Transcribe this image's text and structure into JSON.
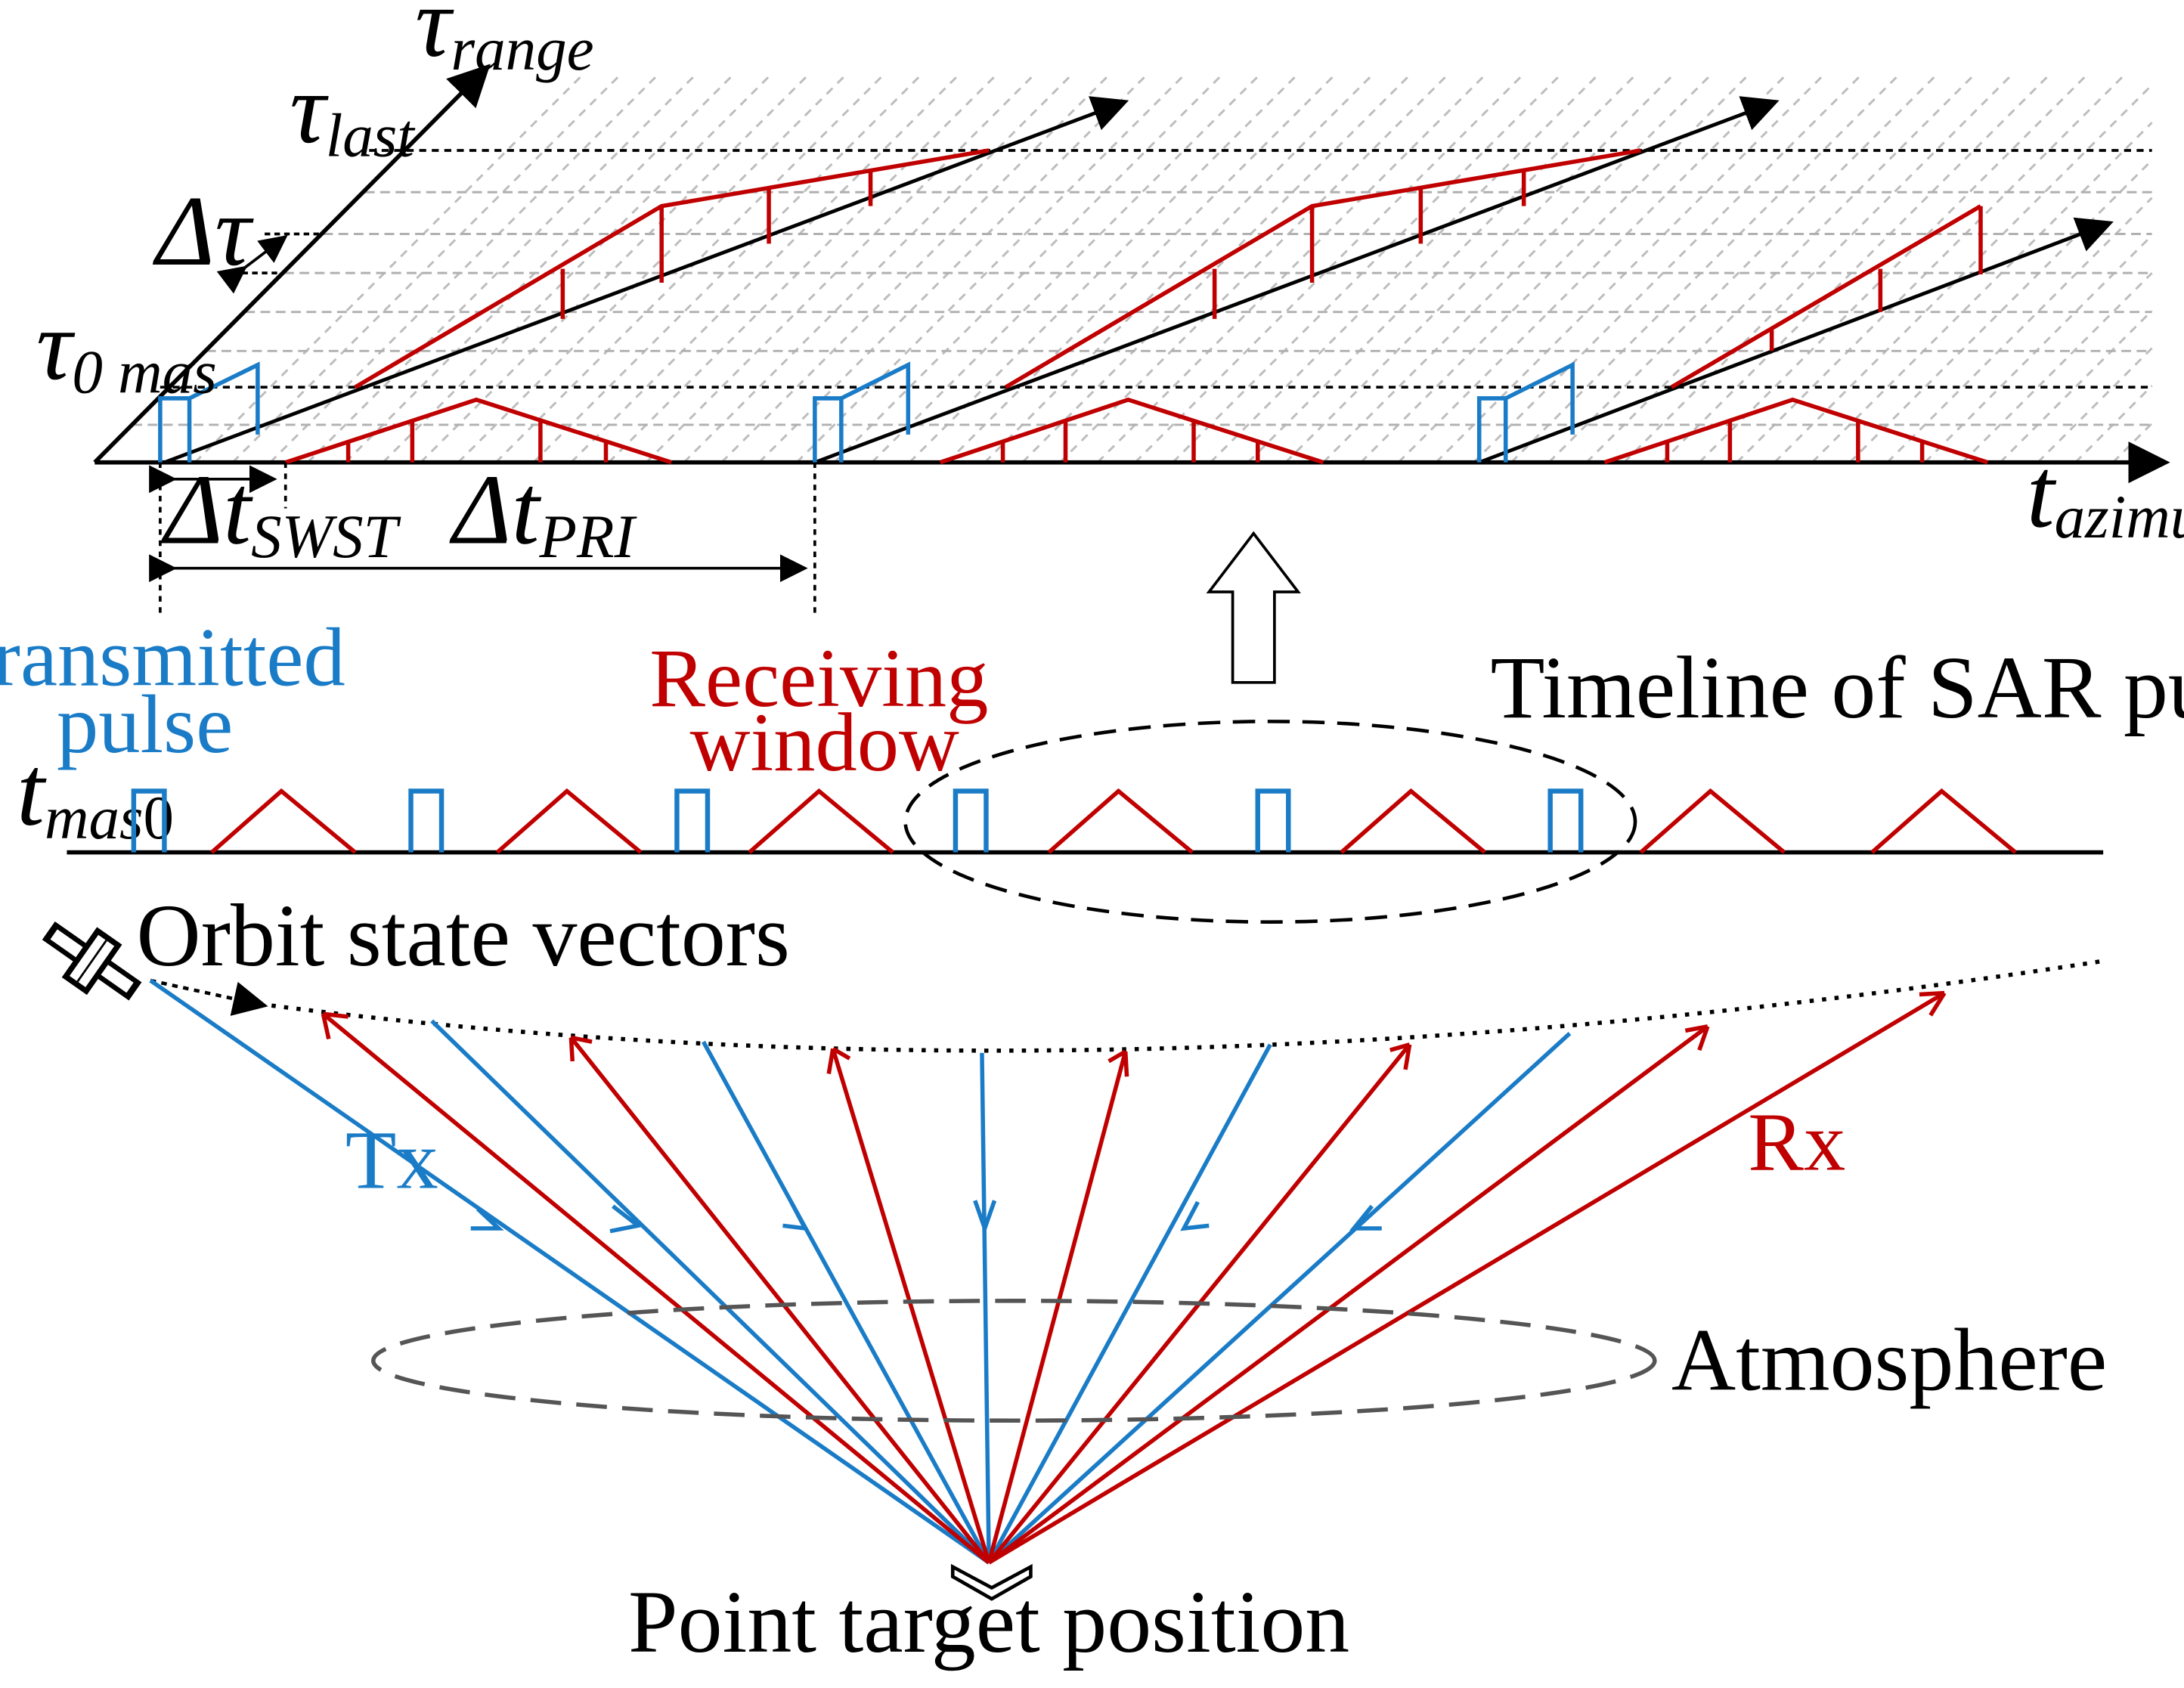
{
  "colors": {
    "transmit": "#1a7cc7",
    "receive": "#c00000",
    "axis": "#000000",
    "grid": "#bdbdbd",
    "ellipse": "#555555"
  },
  "labels": {
    "tau_range_sym": "τ",
    "tau_range_sub": "range",
    "tau_last_sym": "τ",
    "tau_last_sub": "last",
    "delta_tau": "Δτ",
    "tau_0mas_sym": "τ",
    "tau_0mas_sub": "0 mas",
    "t_azimuth_sym": "t",
    "t_azimuth_sub": "azimuth",
    "delta_t_swst_sym": "Δt",
    "delta_t_swst_sub": "SWST",
    "delta_t_pri_sym": "Δt",
    "delta_t_pri_sub": "PRI",
    "transmitted_pulse_line1": "Transmitted",
    "transmitted_pulse_line2": "pulse",
    "receiving_window_line1": "Receiving",
    "receiving_window_line2": "window",
    "timeline_title": "Timeline of SAR pulses",
    "t_mas0_sym": "t",
    "t_mas0_sub": "mas",
    "t_mas0_num": "0",
    "orbit_state_vectors": "Orbit state vectors",
    "tx": "Tx",
    "rx": "Rx",
    "atmosphere": "Atmosphere",
    "point_target_position": "Point target position"
  },
  "icons": [
    "satellite-icon",
    "up-arrow-icon",
    "target-chevron-icon"
  ]
}
